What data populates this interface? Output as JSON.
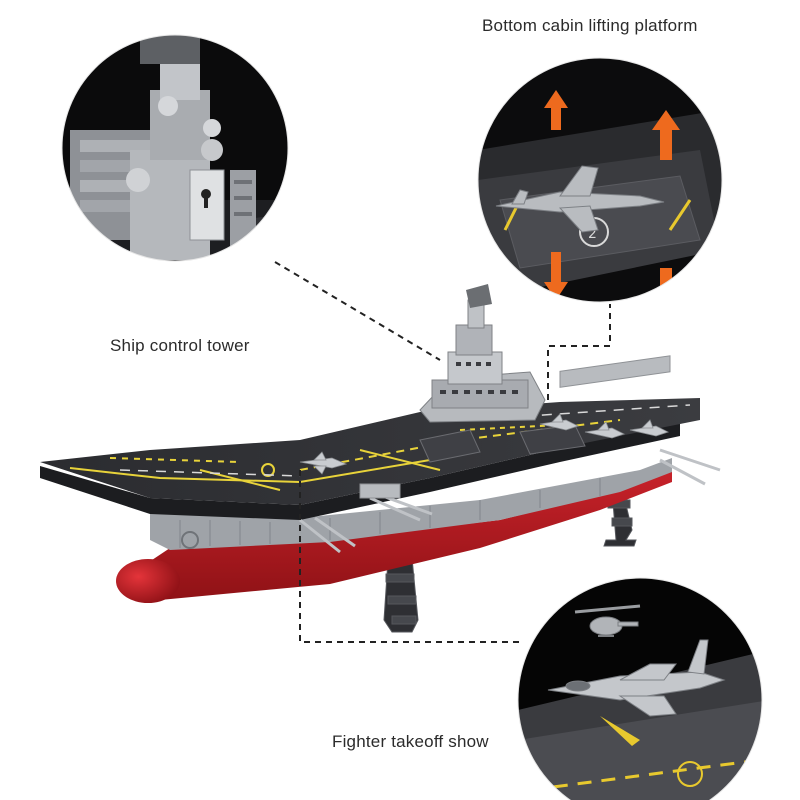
{
  "labels": {
    "lifting_platform": "Bottom cabin lifting platform",
    "control_tower": "Ship control tower",
    "fighter_show": "Fighter takeoff show"
  },
  "callouts": [
    {
      "name": "control-tower-detail",
      "depicts": "close-up of ship control tower"
    },
    {
      "name": "lifting-platform-detail",
      "depicts": "close-up of lifting platform with jet and up/down arrows"
    },
    {
      "name": "fighter-takeoff-detail",
      "depicts": "close-up of fighter jet and helicopter on deck"
    }
  ],
  "colors": {
    "hull_red": "#b3191c",
    "deck_dark": "#2f3033",
    "deck_line_yellow": "#e8d33a",
    "arrow_orange": "#ee6a1e",
    "circle_bg": "#111111",
    "leader_line": "#222222",
    "label_text": "#2b2b2b"
  }
}
